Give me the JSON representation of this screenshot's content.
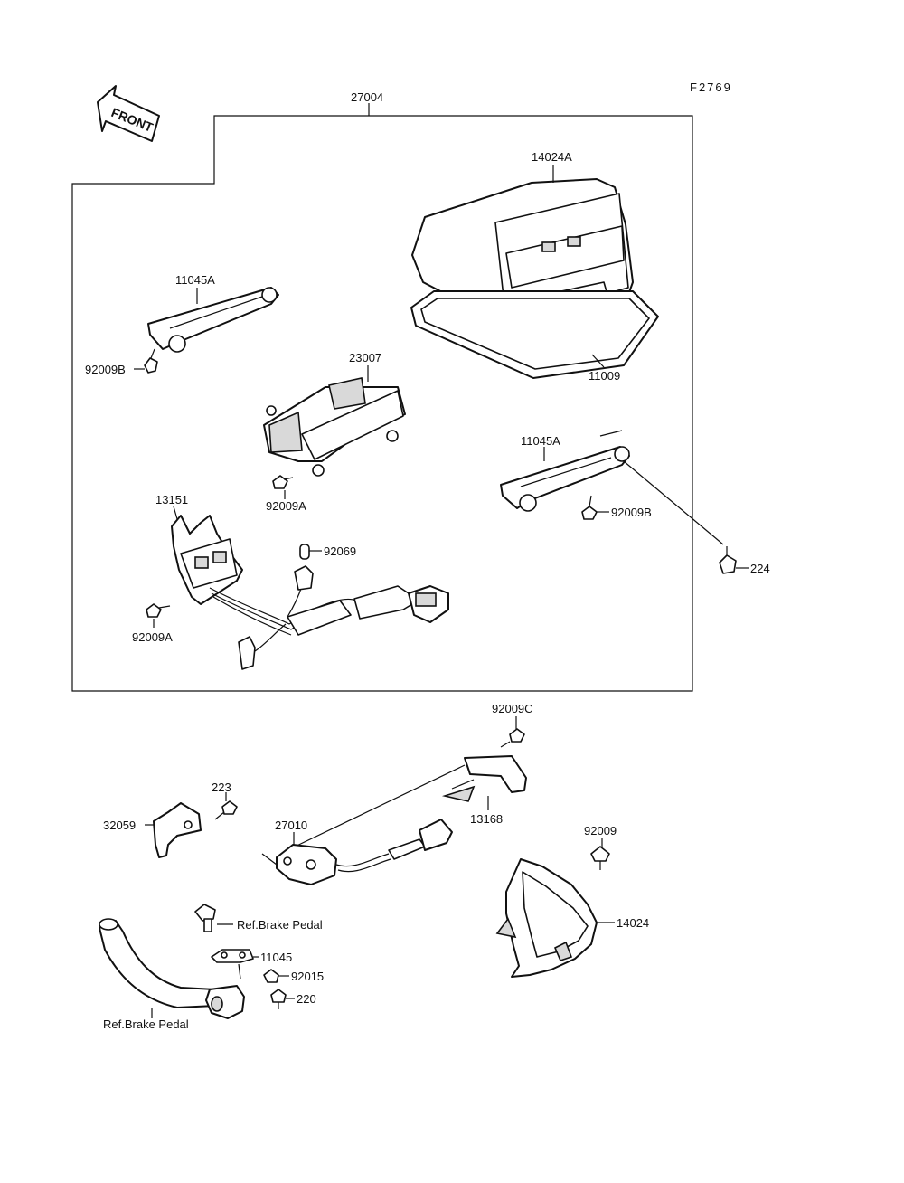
{
  "figure_code": "F2769",
  "front_label": "FRONT",
  "labels": {
    "kit": "27004",
    "cover_top": "14024A",
    "gasket": "11009",
    "bracket_left": "11045A",
    "bracket_right": "11045A",
    "bolt_left_b": "92009B",
    "bolt_right_b": "92009B",
    "holder": "23007",
    "bolt_holder_a": "92009A",
    "switch": "13151",
    "bolt_switch_a": "92009A",
    "bulb": "92069",
    "screw_224": "224",
    "bolt_c": "92009C",
    "plate": "13168",
    "bracket_32059": "32059",
    "screw_223": "223",
    "sensor": "27010",
    "bolt_92009": "92009",
    "cover_lower": "14024",
    "ref_brake_pedal_1": "Ref.Brake Pedal",
    "ref_brake_pedal_2": "Ref.Brake Pedal",
    "plate_11045": "11045",
    "nut_92015": "92015",
    "screw_220": "220"
  }
}
